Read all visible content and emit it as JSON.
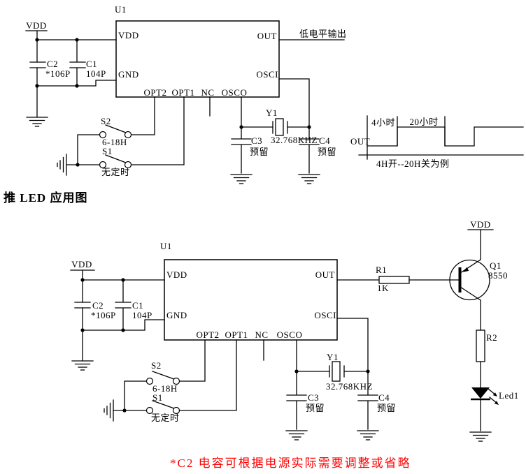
{
  "colors": {
    "line": "#000000",
    "note_red": "#ff0000",
    "background": "#ffffff"
  },
  "section_title": "推 LED 应用图",
  "footnote": "*C2 电容可根据电源实际需要调整或省略",
  "top": {
    "ic_ref": "U1",
    "pins": {
      "vdd": "VDD",
      "gnd": "GND",
      "out": "OUT",
      "osci": "OSCI",
      "opt2": "OPT2",
      "opt1": "OPT1",
      "nc": "NC",
      "osco": "OSCO"
    },
    "vdd_rail": "VDD",
    "c2_ref": "C2",
    "c2_val": "*106P",
    "c1_ref": "C1",
    "c1_val": "104P",
    "s2_ref": "S2",
    "s2_val": "6-18H",
    "s1_ref": "S1",
    "s1_val": "无定时",
    "y1_ref": "Y1",
    "y1_val": "32.768KHZ",
    "c3_ref": "C3",
    "c3_val": "预留",
    "c4_ref": "C4",
    "c4_val": "预留",
    "out_note": "低电平输出"
  },
  "waveform": {
    "axis_label": "OUT",
    "phase1": "4小时",
    "phase2": "20小时",
    "caption": "4H开--20H关为例"
  },
  "bottom": {
    "ic_ref": "U1",
    "pins": {
      "vdd": "VDD",
      "gnd": "GND",
      "out": "OUT",
      "osci": "OSCI",
      "opt2": "OPT2",
      "opt1": "OPT1",
      "nc": "NC",
      "osco": "OSCO"
    },
    "vdd_rail": "VDD",
    "c2_ref": "C2",
    "c2_val": "*106P",
    "c1_ref": "C1",
    "c1_val": "104P",
    "s2_ref": "S2",
    "s2_val": "6-18H",
    "s1_ref": "S1",
    "s1_val": "无定时",
    "y1_ref": "Y1",
    "y1_val": "32.768KHZ",
    "c3_ref": "C3",
    "c3_val": "预留",
    "c4_ref": "C4",
    "c4_val": "预留",
    "r1_ref": "R1",
    "r1_val": "1K",
    "q1_ref": "Q1",
    "q1_val": "8550",
    "q1_vdd": "VDD",
    "r2_ref": "R2",
    "led_ref": "Led1"
  }
}
